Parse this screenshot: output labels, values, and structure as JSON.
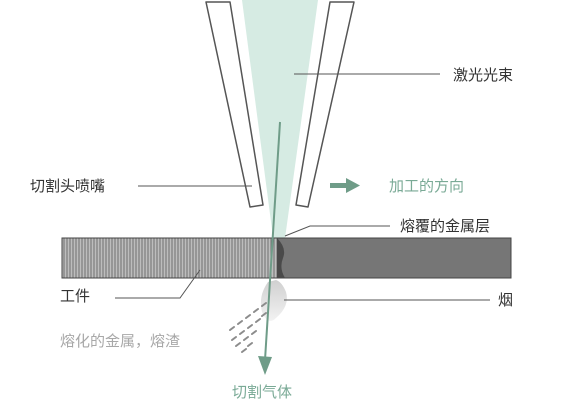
{
  "labels": {
    "laser_beam": "激光光束",
    "nozzle": "切割头喷嘴",
    "direction": "加工的方向",
    "melted_layer": "熔覆的金属层",
    "workpiece": "工件",
    "smoke": "烟",
    "molten_metal": "熔化的金属，熔渣",
    "cutting_gas": "切割气体"
  },
  "colors": {
    "beam": "#d6ebe3",
    "green_arrow": "#6f9c88",
    "nozzle_stroke": "#555555",
    "workpiece_dark": "#767676",
    "stripes": "#8a8a8a",
    "text_dark": "#333333",
    "text_green": "#7aaa96",
    "text_gray": "#a8a8a8"
  }
}
